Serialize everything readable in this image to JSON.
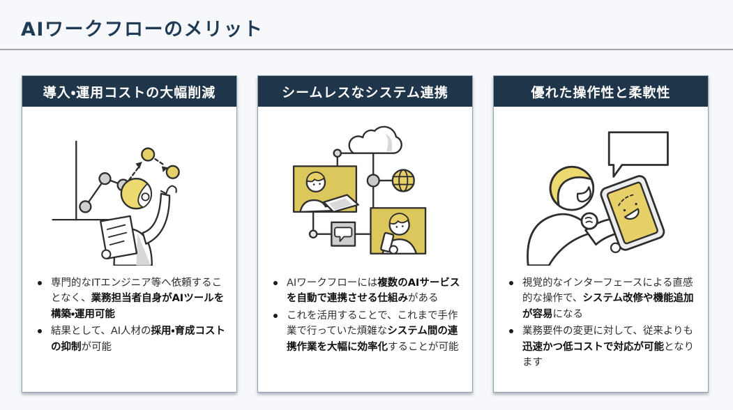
{
  "page": {
    "title": "AIワークフローのメリット"
  },
  "colors": {
    "header_bg": "#1f3549",
    "title_color": "#1f3a55",
    "accent_yellow": "#e7d068",
    "accent_yellow_deep": "#dcc75c",
    "page_bg": "#f6f8fb",
    "card_border": "#90a2ae"
  },
  "cards": [
    {
      "header": "導入・運用コストの大幅削減",
      "illustration": "person-pointing-at-growth-chart",
      "bullets": [
        {
          "segments": [
            {
              "text": "専門的なITエンジニア等へ依頼することなく、",
              "bold": false
            },
            {
              "text": "業務担当者自身がAIツールを構築・運用可能",
              "bold": true
            }
          ]
        },
        {
          "segments": [
            {
              "text": "結果として、AI人材の",
              "bold": false
            },
            {
              "text": "採用・育成コストの抑制",
              "bold": true
            },
            {
              "text": "が可能",
              "bold": false
            }
          ]
        }
      ]
    },
    {
      "header": "シームレスなシステム連携",
      "illustration": "people-network-cloud-globe",
      "bullets": [
        {
          "segments": [
            {
              "text": "AIワークフローには",
              "bold": false
            },
            {
              "text": "複数のAIサービスを自動で連携させる仕組み",
              "bold": true
            },
            {
              "text": "がある",
              "bold": false
            }
          ]
        },
        {
          "segments": [
            {
              "text": "これを活用することで、これまで手作業で行っていた煩雑な",
              "bold": false
            },
            {
              "text": "システム間の連携作業を大幅に効率化",
              "bold": true
            },
            {
              "text": "することが可能",
              "bold": false
            }
          ]
        }
      ]
    },
    {
      "header": "優れた操作性と柔軟性",
      "illustration": "person-holding-tablet-with-smiley",
      "bullets": [
        {
          "segments": [
            {
              "text": "視覚的なインターフェースによる直感的な操作で、",
              "bold": false
            },
            {
              "text": "システム改修や機能追加が容易",
              "bold": true
            },
            {
              "text": "になる",
              "bold": false
            }
          ]
        },
        {
          "segments": [
            {
              "text": "業務要件の変更に対して、従来よりも",
              "bold": false
            },
            {
              "text": "迅速かつ低コストで対応が可能",
              "bold": true
            },
            {
              "text": "となります",
              "bold": false
            }
          ]
        }
      ]
    }
  ]
}
